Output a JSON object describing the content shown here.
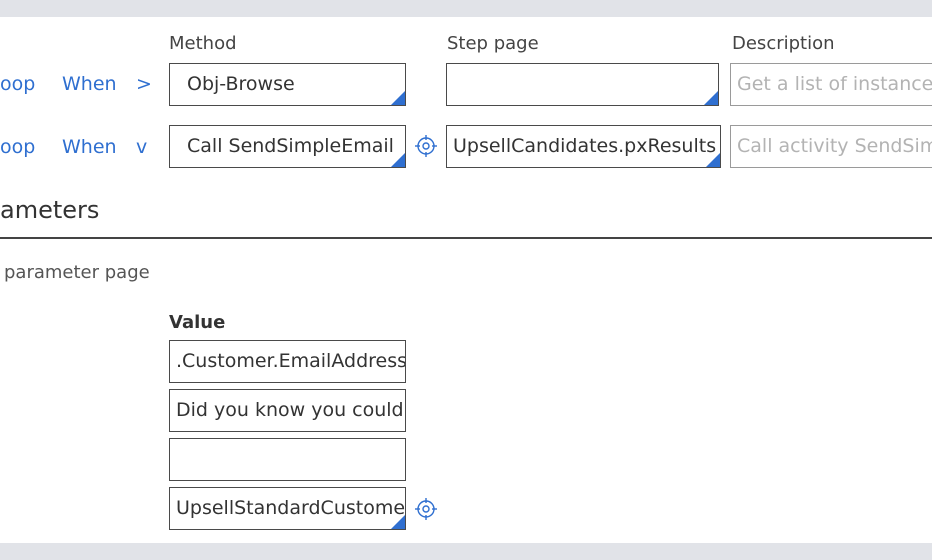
{
  "columns": {
    "method": "Method",
    "step_page": "Step page",
    "description": "Description"
  },
  "rows": [
    {
      "loop": "oop",
      "when": "When",
      "toggle": ">",
      "method": "Obj-Browse",
      "step_page": "",
      "description": "Get a list of instances"
    },
    {
      "loop": "oop",
      "when": "When",
      "toggle": "v",
      "method": "Call SendSimpleEmail",
      "step_page": "UpsellCandidates.pxResults",
      "description": "Call activity SendSimp"
    }
  ],
  "parameters": {
    "title": "ameters",
    "note": "parameter page",
    "value_header": "Value",
    "values": [
      ".Customer.EmailAddress",
      "Did you know you could",
      "",
      "UpsellStandardCustome"
    ]
  },
  "icons": {
    "target": "target-icon",
    "corner": "dropdown-corner-icon"
  },
  "colors": {
    "link": "#2f6fd0",
    "band": "#e1e3e8",
    "placeholder": "#b3b3b3"
  }
}
